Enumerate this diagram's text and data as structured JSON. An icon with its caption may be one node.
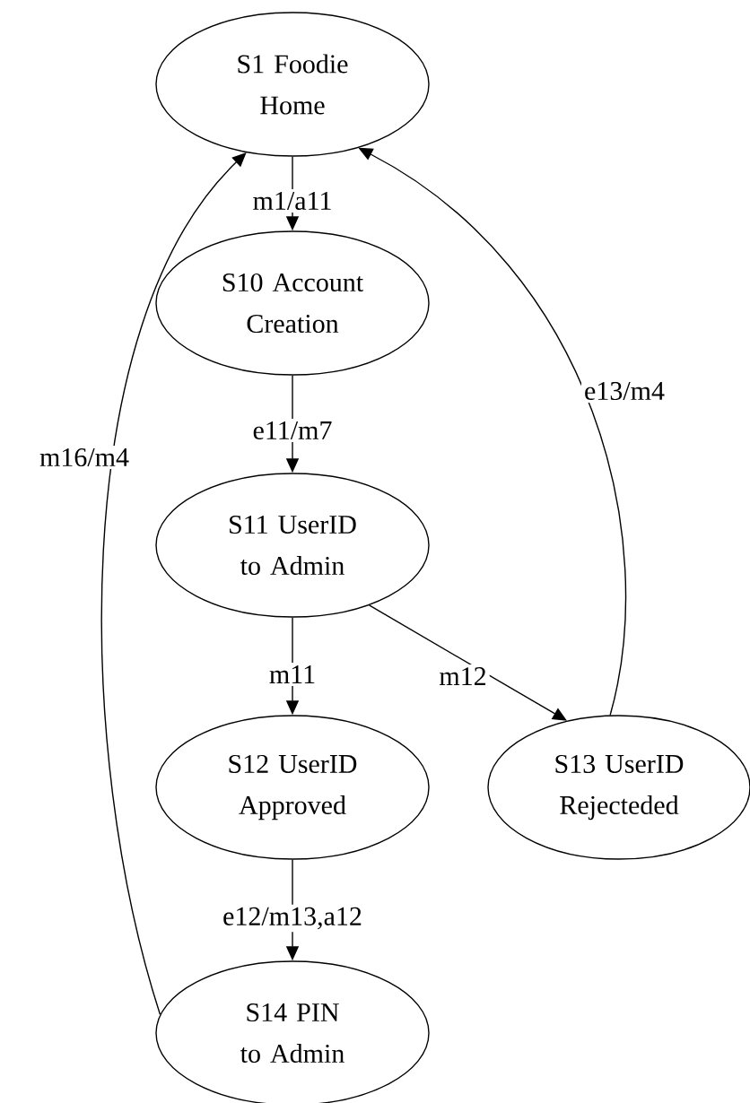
{
  "diagram": {
    "nodes": [
      {
        "text": [
          "S1 Foodie Home"
        ]
      },
      {
        "text": [
          "S10 Account Creation"
        ]
      },
      {
        "text": [
          "S11 UserID to Admin"
        ]
      },
      {
        "text": [
          "S12 UserID Approved"
        ]
      },
      {
        "text": [
          "S13 UserID Rejecteded"
        ]
      },
      {
        "text": [
          "S14 PIN to Admin"
        ]
      }
    ],
    "edges": [
      {
        "from": 0,
        "to": 1,
        "arrow": "to",
        "label": "m1/a11"
      },
      {
        "from": 1,
        "to": 2,
        "arrow": "to",
        "label": "e11/m7"
      },
      {
        "from": 2,
        "to": 3,
        "arrow": "to",
        "label": "m11"
      },
      {
        "from": 2,
        "to": 4,
        "arrow": "to",
        "label": "m12"
      },
      {
        "from": 3,
        "to": 5,
        "arrow": "to",
        "label": "e12/m13,a12"
      },
      {
        "from": 5,
        "to": 0,
        "arrow": "to",
        "label": "m16/m4"
      },
      {
        "from": 4,
        "to": 0,
        "arrow": "to",
        "label": "e13/m4"
      }
    ]
  }
}
